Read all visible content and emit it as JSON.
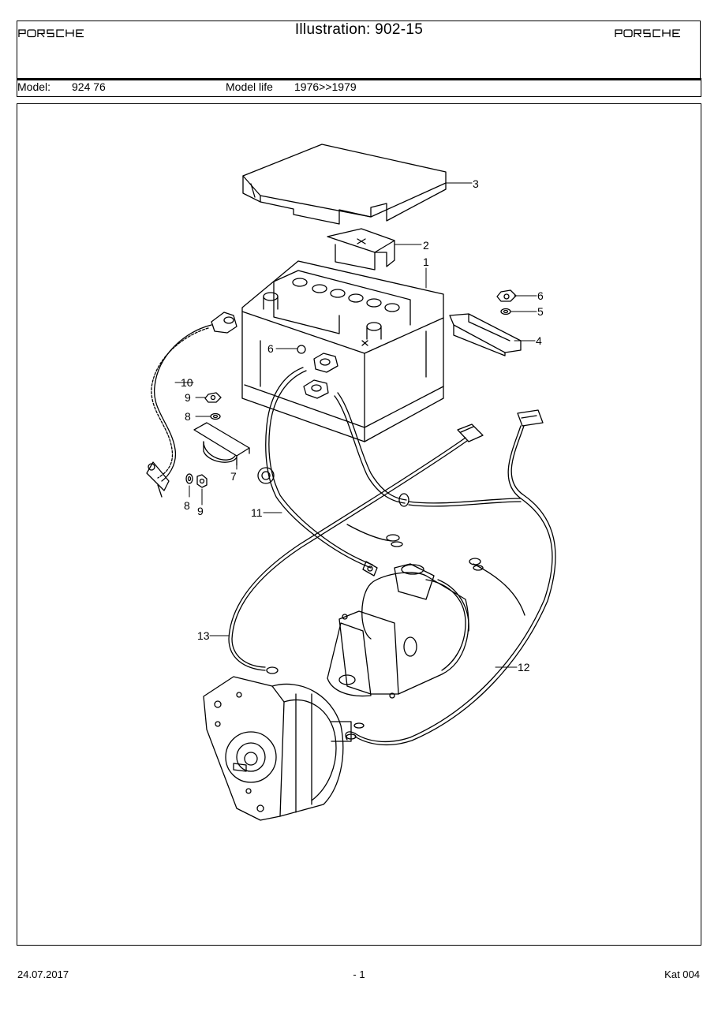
{
  "header": {
    "brand": "PORSCHE",
    "title": "Illustration: 902-15"
  },
  "model_row": {
    "model_label": "Model:",
    "model_value": "924 76",
    "model_life_label": "Model life",
    "model_life_value": "1976>>1979"
  },
  "illustration": {
    "callouts": [
      "1",
      "2",
      "3",
      "4",
      "5",
      "6",
      "6",
      "7",
      "8",
      "8",
      "9",
      "9",
      "10",
      "11",
      "12",
      "13"
    ]
  },
  "footer": {
    "date": "24.07.2017",
    "page": "- 1",
    "catalog": "Kat 004"
  }
}
